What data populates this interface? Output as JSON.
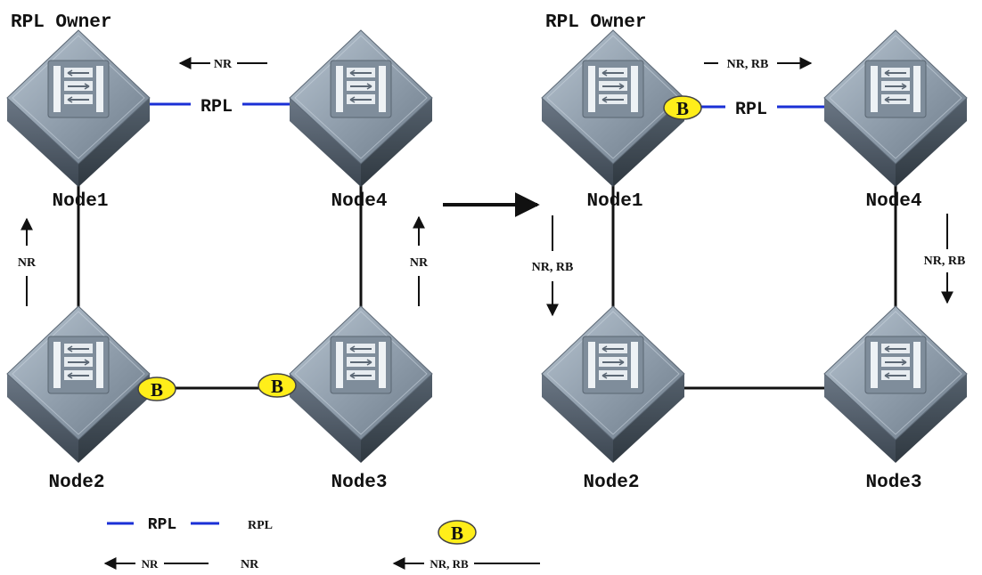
{
  "left": {
    "owner_label": "RPL Owner",
    "rpl_label": "RPL",
    "nodes": {
      "n1": "Node1",
      "n2": "Node2",
      "n3": "Node3",
      "n4": "Node4"
    },
    "msg_top": "NR",
    "msg_left": "NR",
    "msg_right": "NR",
    "block_n2": "B",
    "block_n3": "B"
  },
  "right": {
    "owner_label": "RPL Owner",
    "rpl_label": "RPL",
    "nodes": {
      "n1": "Node1",
      "n2": "Node2",
      "n3": "Node3",
      "n4": "Node4"
    },
    "msg_top": "NR, RB",
    "msg_left": "NR, RB",
    "msg_right": "NR, RB",
    "block_n1": "B"
  },
  "legend": {
    "rpl_line_label": "RPL",
    "rpl_desc": "RPL",
    "nr_arrow_label": "NR",
    "nr_desc": "NR",
    "block_symbol": "B",
    "nrrb_arrow_label": "NR, RB"
  },
  "colors": {
    "rpl_link": "#1a2fd6",
    "link": "#111111",
    "block_fill": "#ffee1a",
    "switch_top": "#8c9aa8",
    "switch_side": "#4f5b67"
  },
  "icons": {
    "node": "switch-icon",
    "transition": "arrow-right-icon"
  }
}
